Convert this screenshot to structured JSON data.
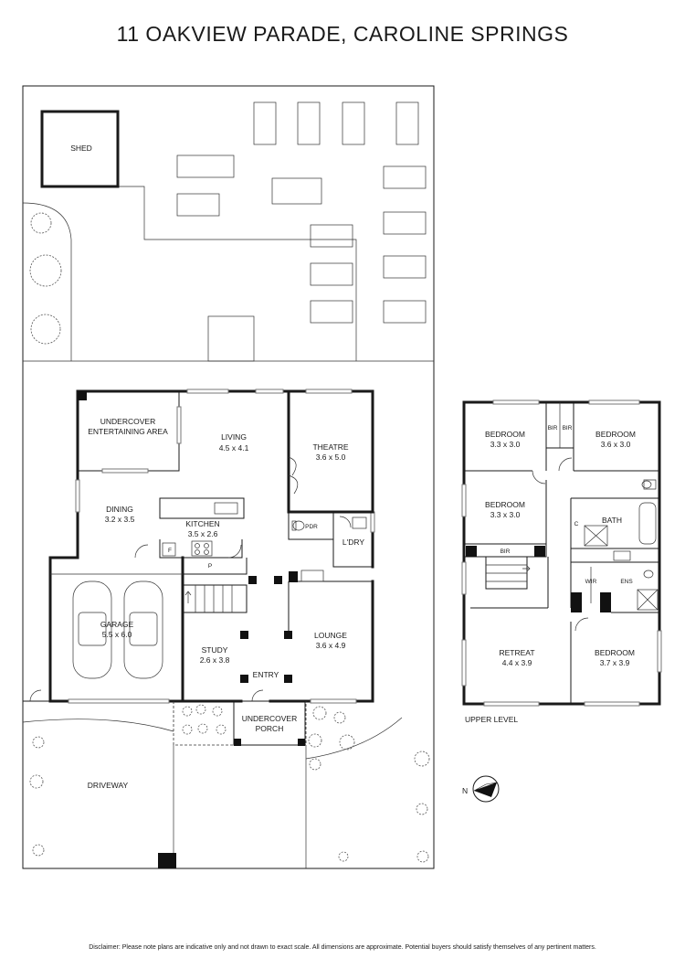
{
  "title": "11 OAKVIEW PARADE, CAROLINE SPRINGS",
  "disclaimer": "Disclaimer: Please note plans are indicative only and not drawn to exact scale. All dimensions are approximate. Potential buyers should satisfy themselves of any pertinent matters.",
  "ground": {
    "shed": "SHED",
    "undercover_area": [
      "UNDERCOVER",
      "ENTERTAINING AREA"
    ],
    "living": {
      "name": "LIVING",
      "dim": "4.5 x 4.1"
    },
    "theatre": {
      "name": "THEATRE",
      "dim": "3.6 x 5.0"
    },
    "dining": {
      "name": "DINING",
      "dim": "3.2 x 3.5"
    },
    "kitchen": {
      "name": "KITCHEN",
      "dim": "3.5 x 2.6"
    },
    "pdr": "PDR",
    "laundry": "L'DRY",
    "fridge": "F",
    "pantry": "P",
    "garage": {
      "name": "GARAGE",
      "dim": "5.5 x 6.0"
    },
    "study": {
      "name": "STUDY",
      "dim": "2.6 x 3.8"
    },
    "lounge": {
      "name": "LOUNGE",
      "dim": "3.6 x 4.9"
    },
    "entry": "ENTRY",
    "porch": [
      "UNDERCOVER",
      "PORCH"
    ],
    "driveway": "DRIVEWAY"
  },
  "upper": {
    "label": "UPPER LEVEL",
    "bed_nw": {
      "name": "BEDROOM",
      "dim": "3.3 x 3.0"
    },
    "bed_ne": {
      "name": "BEDROOM",
      "dim": "3.6 x 3.0"
    },
    "bed_w": {
      "name": "BEDROOM",
      "dim": "3.3 x 3.0"
    },
    "bir": "BIR",
    "bath": "BATH",
    "linen": "C",
    "wir": "WIR",
    "ens": "ENS",
    "retreat": {
      "name": "RETREAT",
      "dim": "4.4 x 3.9"
    },
    "bed_se": {
      "name": "BEDROOM",
      "dim": "3.7 x 3.9"
    }
  },
  "compass": "N"
}
